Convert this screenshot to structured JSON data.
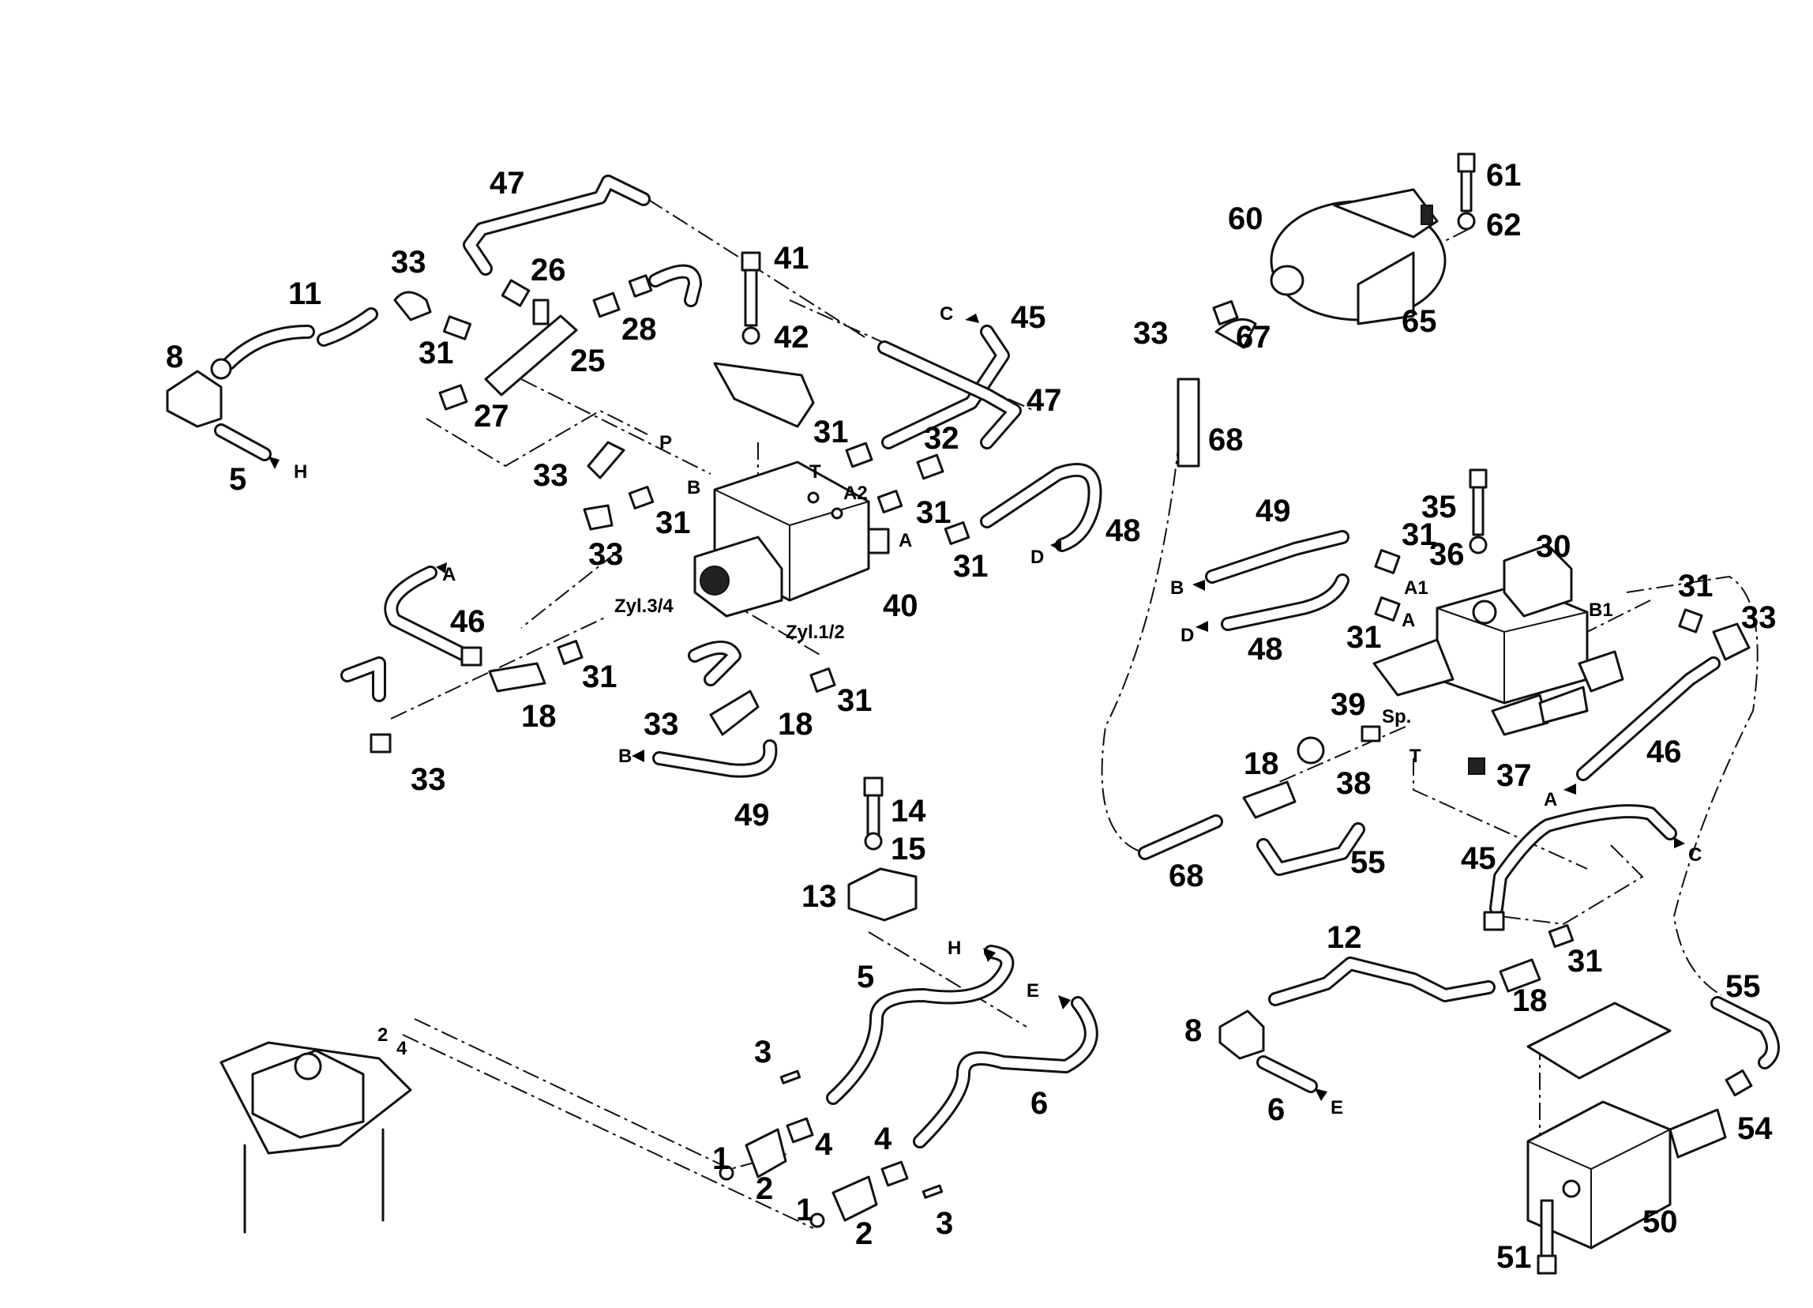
{
  "callouts": {
    "n1a": "1",
    "n1b": "1",
    "n2a": "2",
    "n2b": "2",
    "n2c": "2",
    "n3a": "3",
    "n3b": "3",
    "n4a": "4",
    "n4b": "4",
    "n4c": "4",
    "n5a": "5",
    "n5b": "5",
    "n6a": "6",
    "n6b": "6",
    "n8a": "8",
    "n8b": "8",
    "n11": "11",
    "n12": "12",
    "n13": "13",
    "n14": "14",
    "n15": "15",
    "n18a": "18",
    "n18b": "18",
    "n18c": "18",
    "n18d": "18",
    "n25": "25",
    "n26": "26",
    "n27": "27",
    "n28": "28",
    "n30": "30",
    "n31a": "31",
    "n31b": "31",
    "n31c": "31",
    "n31d": "31",
    "n31e": "31",
    "n31f": "31",
    "n31g": "31",
    "n31h": "31",
    "n31i": "31",
    "n31j": "31",
    "n31k": "31",
    "n32": "32",
    "n33a": "33",
    "n33b": "33",
    "n33c": "33",
    "n33d": "33",
    "n33e": "33",
    "n33f": "33",
    "n33g": "33",
    "n35": "35",
    "n36": "36",
    "n37": "37",
    "n38": "38",
    "n39": "39",
    "n40": "40",
    "n41": "41",
    "n42": "42",
    "n45a": "45",
    "n45b": "45",
    "n46a": "46",
    "n46b": "46",
    "n47a": "47",
    "n47b": "47",
    "n48a": "48",
    "n48b": "48",
    "n49a": "49",
    "n49b": "49",
    "n50": "50",
    "n51": "51",
    "n54": "54",
    "n55a": "55",
    "n55b": "55",
    "n60": "60",
    "n61": "61",
    "n62": "62",
    "n65": "65",
    "n67": "67",
    "n68a": "68",
    "n68b": "68"
  },
  "ports": {
    "H1": "H",
    "H2": "H",
    "E1": "E",
    "E2": "E",
    "C1": "C",
    "C2": "C",
    "D1": "D",
    "D2": "D",
    "A1": "A",
    "A2": "A",
    "A3": "A",
    "A4": "A",
    "B1": "B",
    "B2": "B",
    "B3": "B",
    "P": "P",
    "T1": "T",
    "T2": "T",
    "A2port": "A2",
    "A1port": "A1",
    "B1port": "B1",
    "Sp": "Sp.",
    "Zyl34": "Zyl.3/4",
    "Zyl12": "Zyl.1/2"
  }
}
